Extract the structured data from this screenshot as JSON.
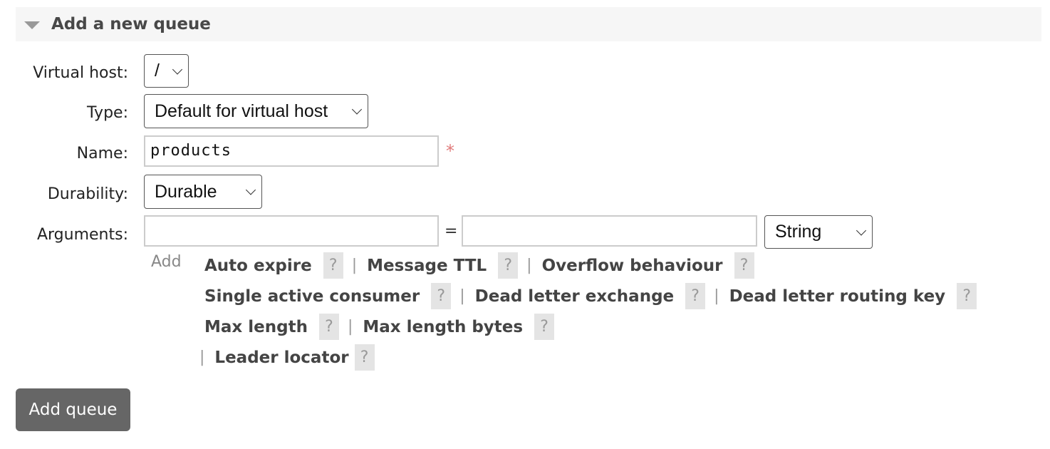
{
  "section": {
    "title": "Add a new queue",
    "expanded_icon": "triangle-down-icon"
  },
  "form": {
    "virtual_host": {
      "label": "Virtual host:",
      "value": "/"
    },
    "type": {
      "label": "Type:",
      "value": "Default for virtual host"
    },
    "name": {
      "label": "Name:",
      "value": "products",
      "required_marker": "*"
    },
    "durability": {
      "label": "Durability:",
      "value": "Durable"
    },
    "arguments": {
      "label": "Arguments:",
      "key_value": "",
      "equals": "=",
      "value_value": "",
      "type_value": "String",
      "add_label": "Add",
      "help_glyph": "?",
      "separator": "|",
      "shortcuts": [
        "Auto expire",
        "Message TTL",
        "Overflow behaviour",
        "Single active consumer",
        "Dead letter exchange",
        "Dead letter routing key",
        "Max length",
        "Max length bytes",
        "Leader locator"
      ]
    }
  },
  "submit": {
    "label": "Add queue"
  },
  "colors": {
    "header_bg": "#f6f6f6",
    "button_bg": "#666666",
    "required": "#e07a7a",
    "help_bg": "#e4e4e4"
  }
}
